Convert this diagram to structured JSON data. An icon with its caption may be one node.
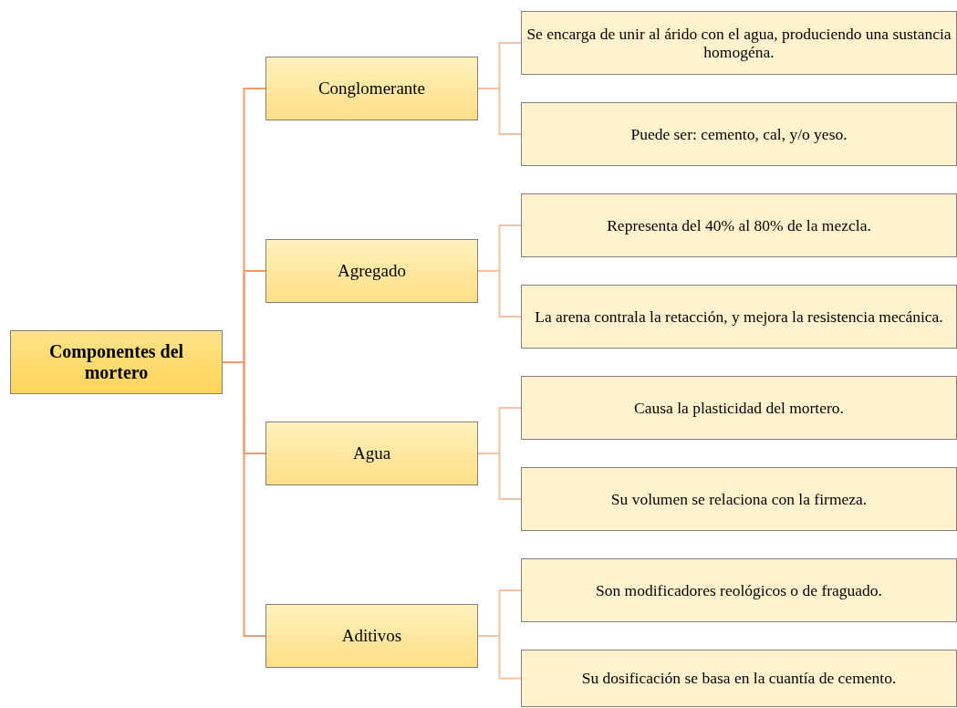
{
  "diagram": {
    "nodes": [
      {
        "text": [
          "Componentes del mortero"
        ]
      },
      {
        "text": [
          "Conglomerante"
        ]
      },
      {
        "text": [
          "Se encarga de unir al árido con el agua, produciendo una sustancia homogéna."
        ]
      },
      {
        "text": [
          "Puede ser: cemento, cal, y/o yeso."
        ]
      },
      {
        "text": [
          "Agregado"
        ]
      },
      {
        "text": [
          "Representa del 40% al 80% de la mezcla."
        ]
      },
      {
        "text": [
          "La arena contrala la retacción, y mejora la resistencia mecánica."
        ]
      },
      {
        "text": [
          "Agua"
        ]
      },
      {
        "text": [
          "Causa la plasticidad del mortero."
        ]
      },
      {
        "text": [
          "Su volumen se relaciona con la firmeza."
        ]
      },
      {
        "text": [
          "Aditivos"
        ]
      },
      {
        "text": [
          "Son modificadores reológicos o de fraguado."
        ]
      },
      {
        "text": [
          "Su dosificación se basa en la cuantía de cemento."
        ]
      }
    ],
    "edges": [
      {
        "from": 0,
        "to": 1,
        "arrow": "none",
        "color": "#ee9a6c"
      },
      {
        "from": 0,
        "to": 4,
        "arrow": "none",
        "color": "#ee9a6c"
      },
      {
        "from": 0,
        "to": 7,
        "arrow": "none",
        "color": "#ee9a6c"
      },
      {
        "from": 0,
        "to": 10,
        "arrow": "none",
        "color": "#ee9a6c"
      },
      {
        "from": 1,
        "to": 2,
        "arrow": "none"
      },
      {
        "from": 1,
        "to": 3,
        "arrow": "none"
      },
      {
        "from": 4,
        "to": 5,
        "arrow": "none"
      },
      {
        "from": 4,
        "to": 6,
        "arrow": "none"
      },
      {
        "from": 7,
        "to": 8,
        "arrow": "none"
      },
      {
        "from": 7,
        "to": 9,
        "arrow": "none"
      },
      {
        "from": 10,
        "to": 11,
        "arrow": "none"
      },
      {
        "from": 10,
        "to": 12,
        "arrow": "none"
      }
    ]
  }
}
